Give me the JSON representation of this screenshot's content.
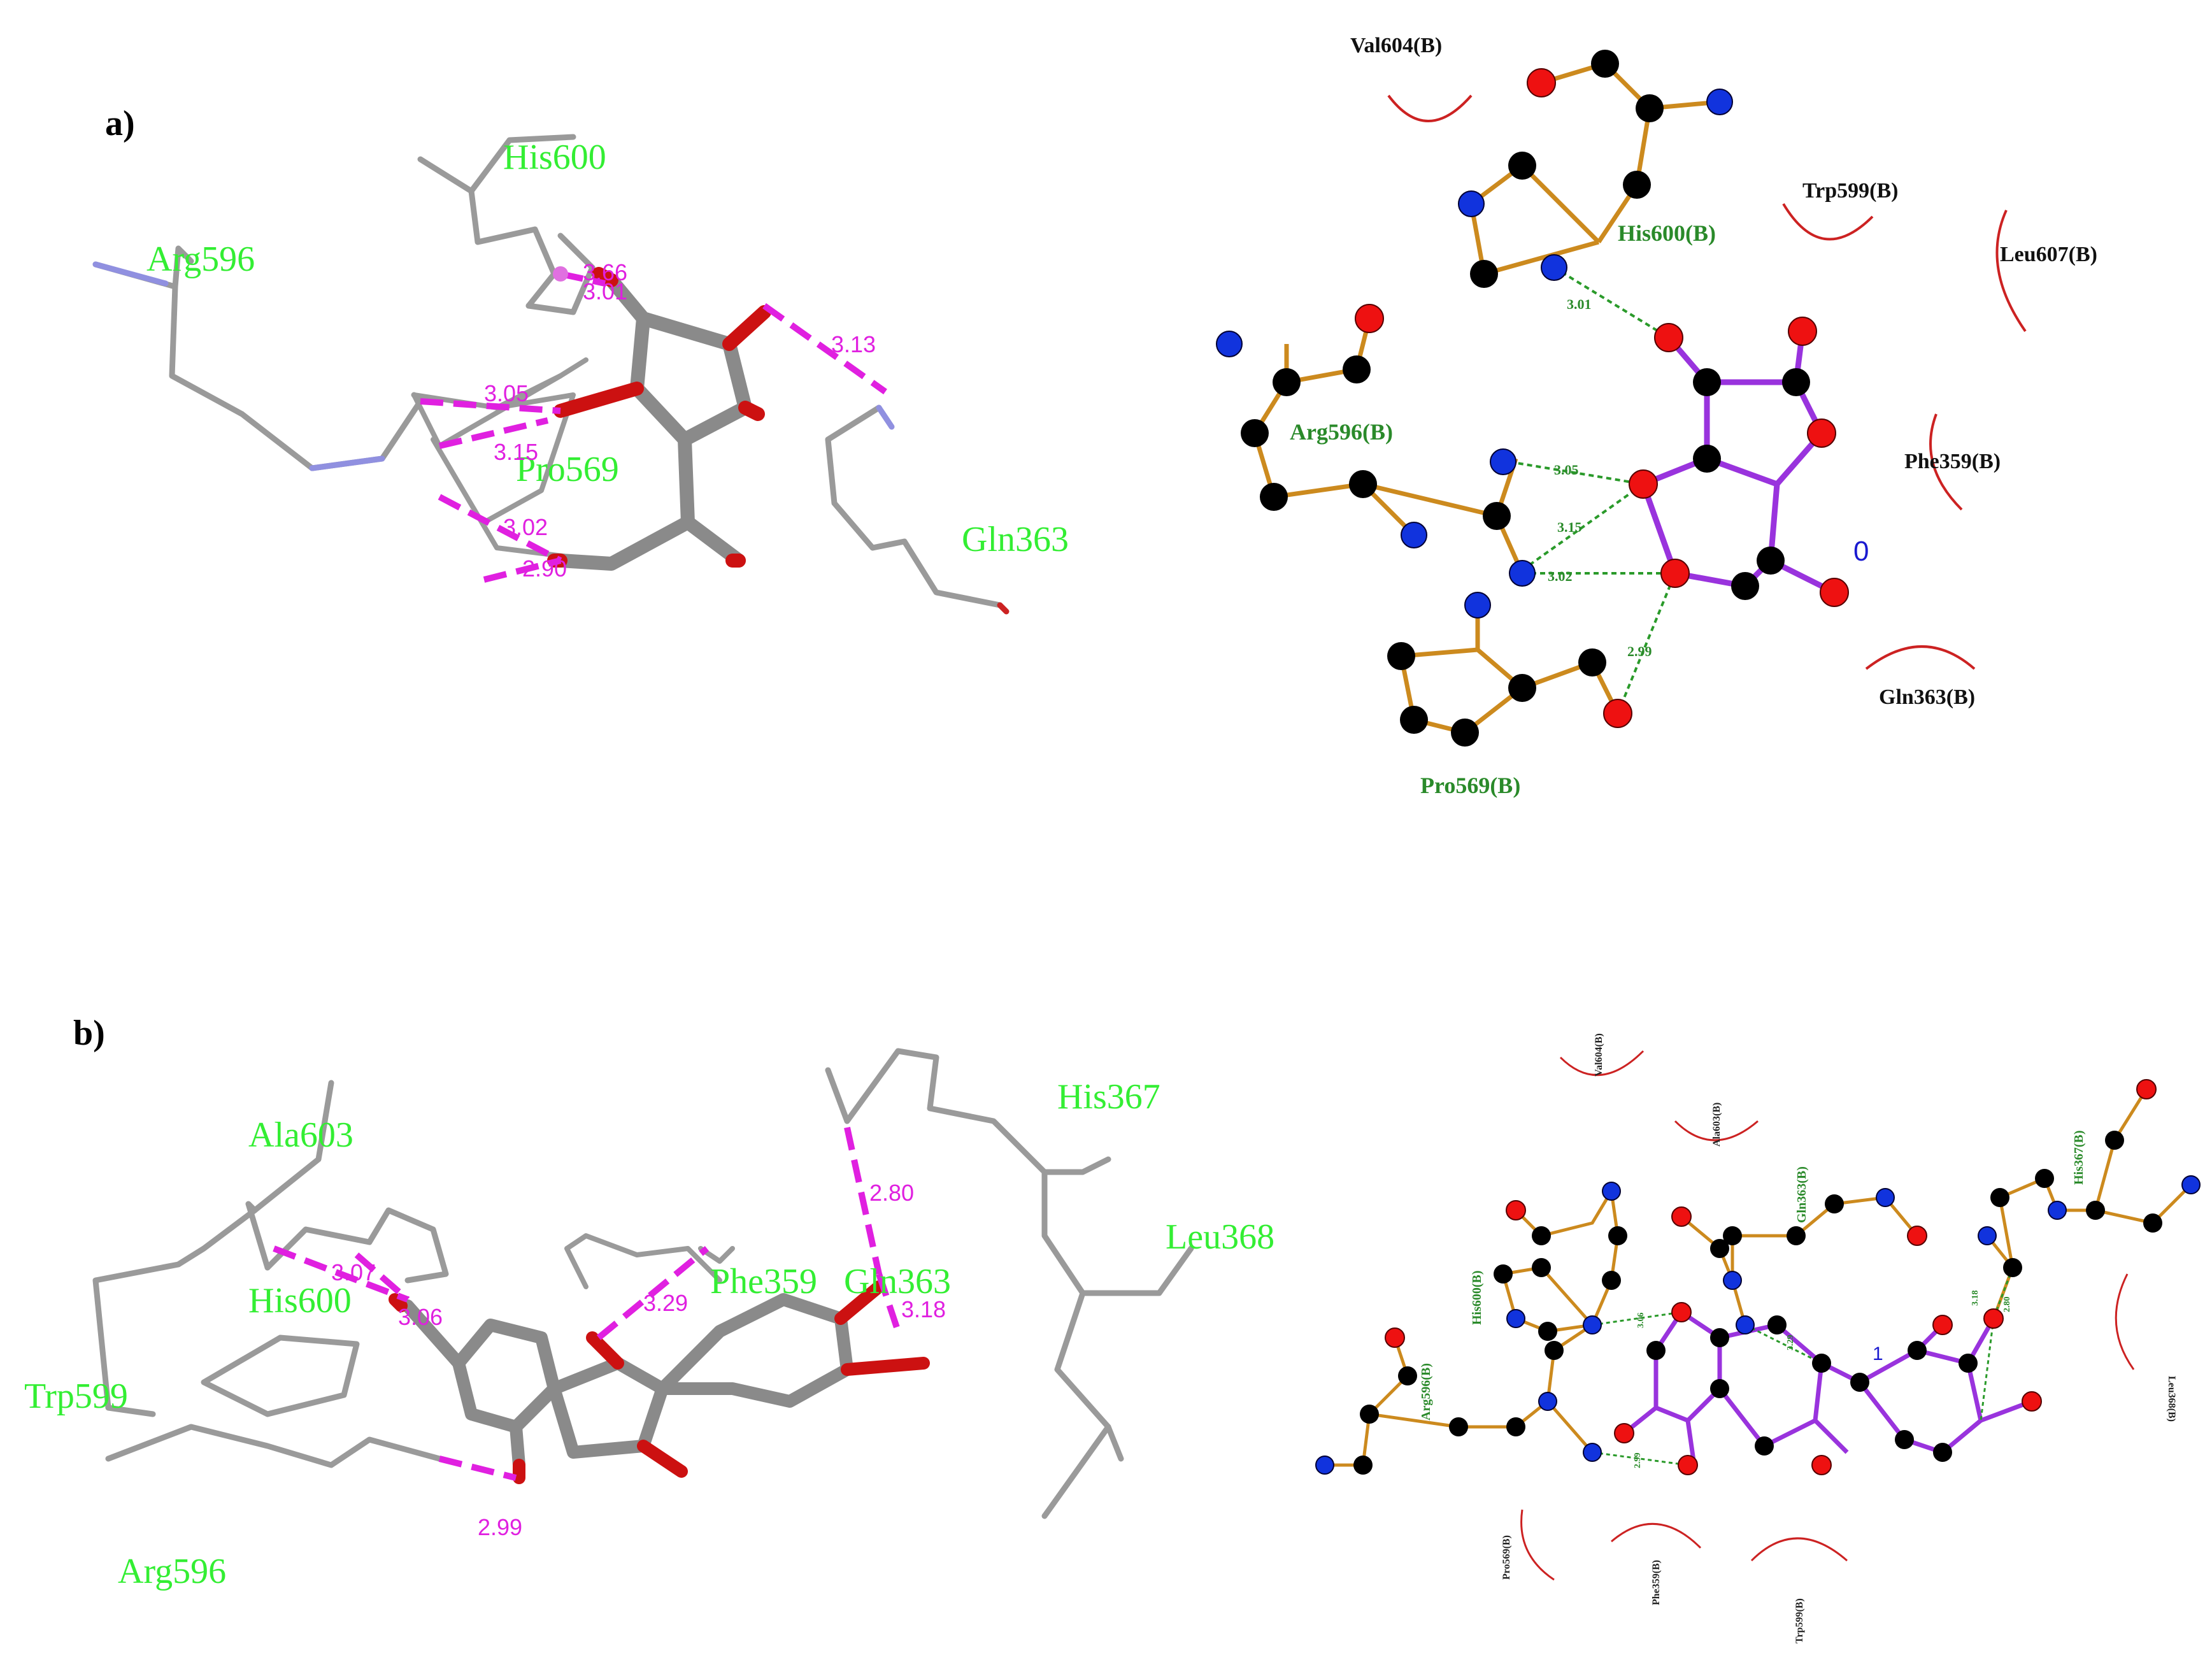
{
  "panels": [
    {
      "label": "a)",
      "view3d": {
        "residues": [
          "His600",
          "Arg596",
          "Pro569",
          "Gln363"
        ],
        "distances": [
          "3.66",
          "3.01",
          "3.13",
          "3.05",
          "3.15",
          "3.02",
          "2.90"
        ]
      },
      "view2d": {
        "hbond_residues": [
          "His600(B)",
          "Arg596(B)",
          "Pro569(B)"
        ],
        "hydrophobic_residues": [
          "Val604(B)",
          "Trp599(B)",
          "Leu607(B)",
          "Phe359(B)",
          "Gln363(B)"
        ],
        "distances": [
          "3.01",
          "3.05",
          "3.15",
          "3.02",
          "2.99"
        ],
        "ligand_label": "0"
      }
    },
    {
      "label": "b)",
      "view3d": {
        "residues": [
          "Ala603",
          "His600",
          "Trp599",
          "Arg596",
          "Phe359",
          "Gln363",
          "His367",
          "Leu368"
        ],
        "distances": [
          "3.07",
          "3.06",
          "3.29",
          "2.80",
          "3.18",
          "2.99"
        ]
      },
      "view2d": {
        "hbond_residues": [
          "His600(B)",
          "Arg596(B)",
          "Gln363(B)",
          "His367(B)"
        ],
        "hydrophobic_residues": [
          "Val604(B)",
          "Ala603(B)",
          "Leu368(B)",
          "Pro569(B)",
          "Phe359(B)",
          "Trp599(B)"
        ],
        "distances": [
          "3.06",
          "2.99",
          "3.29",
          "3.18",
          "2.80"
        ],
        "ligand_label": "1"
      }
    }
  ],
  "colors": {
    "hbond_3d": "#e020e0",
    "residue_3d": "#33ee33",
    "carbon": "#000000",
    "oxygen": "#ee1111",
    "nitrogen": "#1133dd",
    "ligand_bond": "#9933dd",
    "residue_bond": "#cc8a1e",
    "hydrophobic_arc": "#cc2222"
  }
}
